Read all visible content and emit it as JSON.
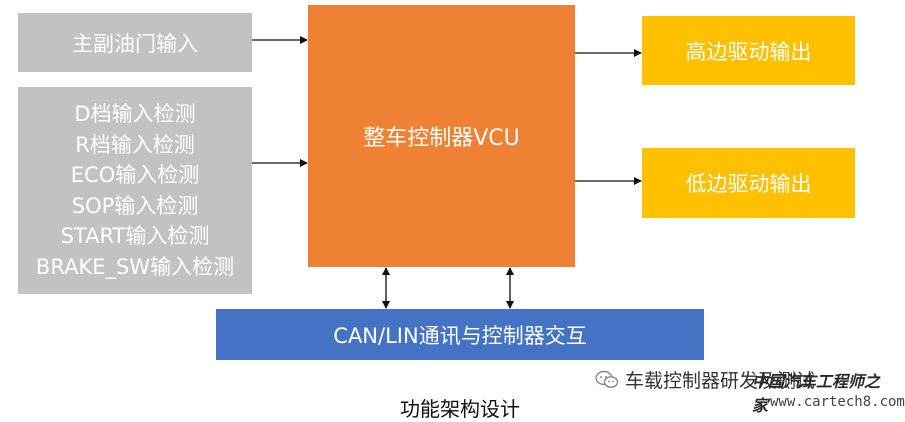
{
  "colors": {
    "input_gray": "#c2c2c2",
    "vcu_orange": "#ee8133",
    "output_yellow": "#ffc000",
    "bus_blue": "#4472c4",
    "arrow": "#111111"
  },
  "inputs": {
    "throttle": "主副油门输入",
    "switches": [
      "D档输入检测",
      "R档输入检测",
      "ECO输入检测",
      "SOP输入检测",
      "START输入检测",
      "BRAKE_SW输入检测"
    ]
  },
  "controller": {
    "label": "整车控制器VCU"
  },
  "outputs": {
    "high_side": "高边驱动输出",
    "low_side": "低边驱动输出"
  },
  "bus": {
    "label": "CAN/LIN通讯与控制器交互"
  },
  "caption": "功能架构设计",
  "watermark": {
    "icon": "wechat-icon",
    "account": "车载控制器研发及测试",
    "site_cn": "中国汽车工程师之家",
    "site_url": "www.cartech8.com"
  }
}
